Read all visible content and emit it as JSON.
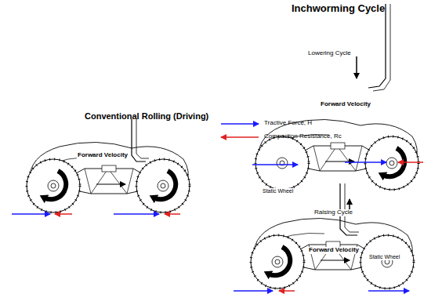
{
  "diagram": {
    "labels": [
      "Conventional Rolling (Driving)",
      "Inchworming Cycle",
      "Forward Velocity",
      "Lowering Cycle",
      "Forward Velocity",
      "Static Wheel",
      "Raising Cycle",
      "Forward Velocity",
      "Static Wheel"
    ],
    "legend": [
      {
        "text": "Tractive Force, H"
      },
      {
        "text": "Compaction Resistance, Rc"
      }
    ]
  }
}
